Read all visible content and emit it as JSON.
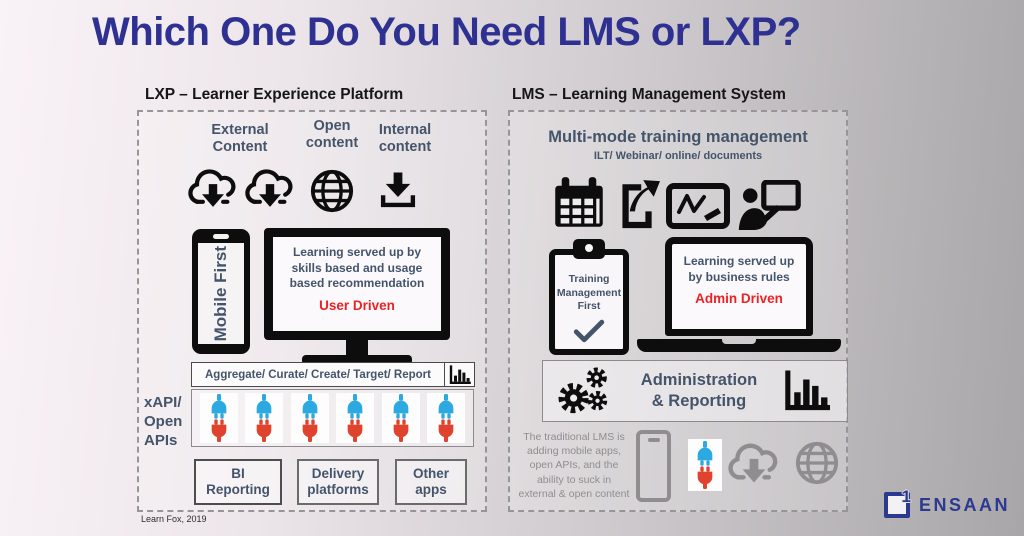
{
  "title": "Which One Do You Need LMS or LXP?",
  "lxp": {
    "header": "LXP – Learner Experience Platform",
    "sources": {
      "external": "External\nContent",
      "open": "Open\ncontent",
      "internal": "Internal\ncontent"
    },
    "mobile_first": "Mobile First",
    "screen_text": "Learning served up by\nskills based and usage\nbased recommendation",
    "screen_tag": "User Driven",
    "pipeline": "Aggregate/ Curate/ Create/ Target/ Report",
    "api_label": "xAPI/\nOpen\nAPIs",
    "boxes": {
      "bi": "BI\nReporting",
      "delivery": "Delivery\nplatforms",
      "other": "Other\napps"
    },
    "source_note": "Learn Fox, 2019"
  },
  "lms": {
    "header": "LMS – Learning Management System",
    "heading": "Multi-mode training management",
    "subheading": "ILT/ Webinar/ online/ documents",
    "clipboard": "Training\nManagement\nFirst",
    "screen_text": "Learning served up\nby business rules",
    "screen_tag": "Admin Driven",
    "admin": "Administration\n& Reporting",
    "note": "The traditional LMS is adding mobile apps, open APIs, and the ability to suck in external & open content"
  },
  "brand": "ENSAAN",
  "colors": {
    "title_navy": "#2e3192",
    "slate": "#44546a",
    "accent_red": "#ed2224",
    "plug_blue": "#2ba9e0",
    "plug_red": "#df432d",
    "gray_icon": "#8f8d8f",
    "brand_navy": "#2b3990"
  }
}
